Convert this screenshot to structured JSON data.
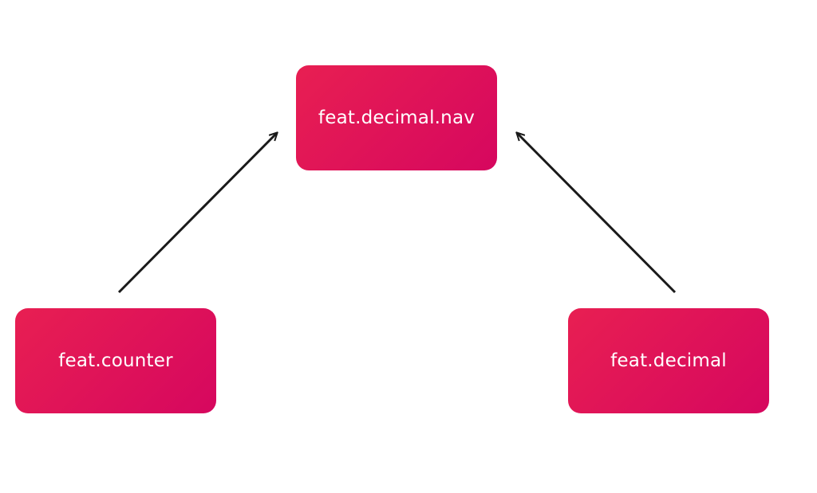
{
  "nodes": {
    "top": {
      "label": "feat.decimal.nav"
    },
    "left": {
      "label": "feat.counter"
    },
    "right": {
      "label": "feat.decimal"
    }
  },
  "edges": [
    {
      "from": "feat.counter",
      "to": "feat.decimal.nav"
    },
    {
      "from": "feat.decimal",
      "to": "feat.decimal.nav"
    }
  ],
  "colors": {
    "node_gradient_start": "#e81f52",
    "node_gradient_end": "#d6075f",
    "node_text": "#ffffff",
    "arrow": "#1a1a1a",
    "background": "#ffffff"
  }
}
